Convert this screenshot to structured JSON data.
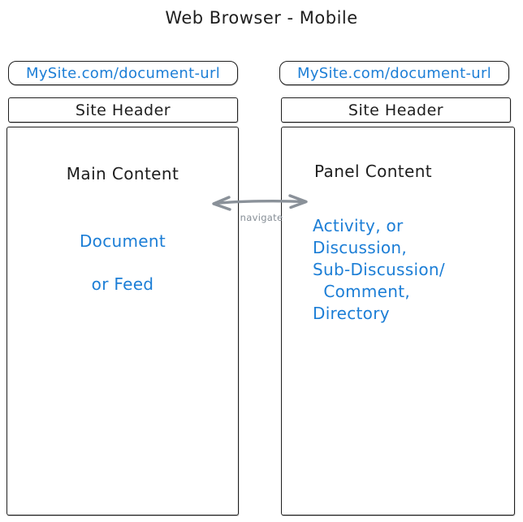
{
  "title": "Web Browser - Mobile",
  "colors": {
    "ink": "#1e1e1e",
    "link_blue": "#1c7ed6",
    "arrow_gray": "#868e96",
    "background": "#ffffff"
  },
  "left_panel": {
    "url": "MySite.com/document-url",
    "header": "Site Header",
    "content_title": "Main Content",
    "content_lines": [
      "Document",
      "or Feed"
    ]
  },
  "right_panel": {
    "url": "MySite.com/document-url",
    "header": "Site Header",
    "content_title": "Panel Content",
    "content_lines": [
      "Activity, or",
      "Discussion,",
      "Sub-Discussion/",
      "  Comment,",
      "Directory"
    ]
  },
  "arrow": {
    "label": "navigate"
  }
}
